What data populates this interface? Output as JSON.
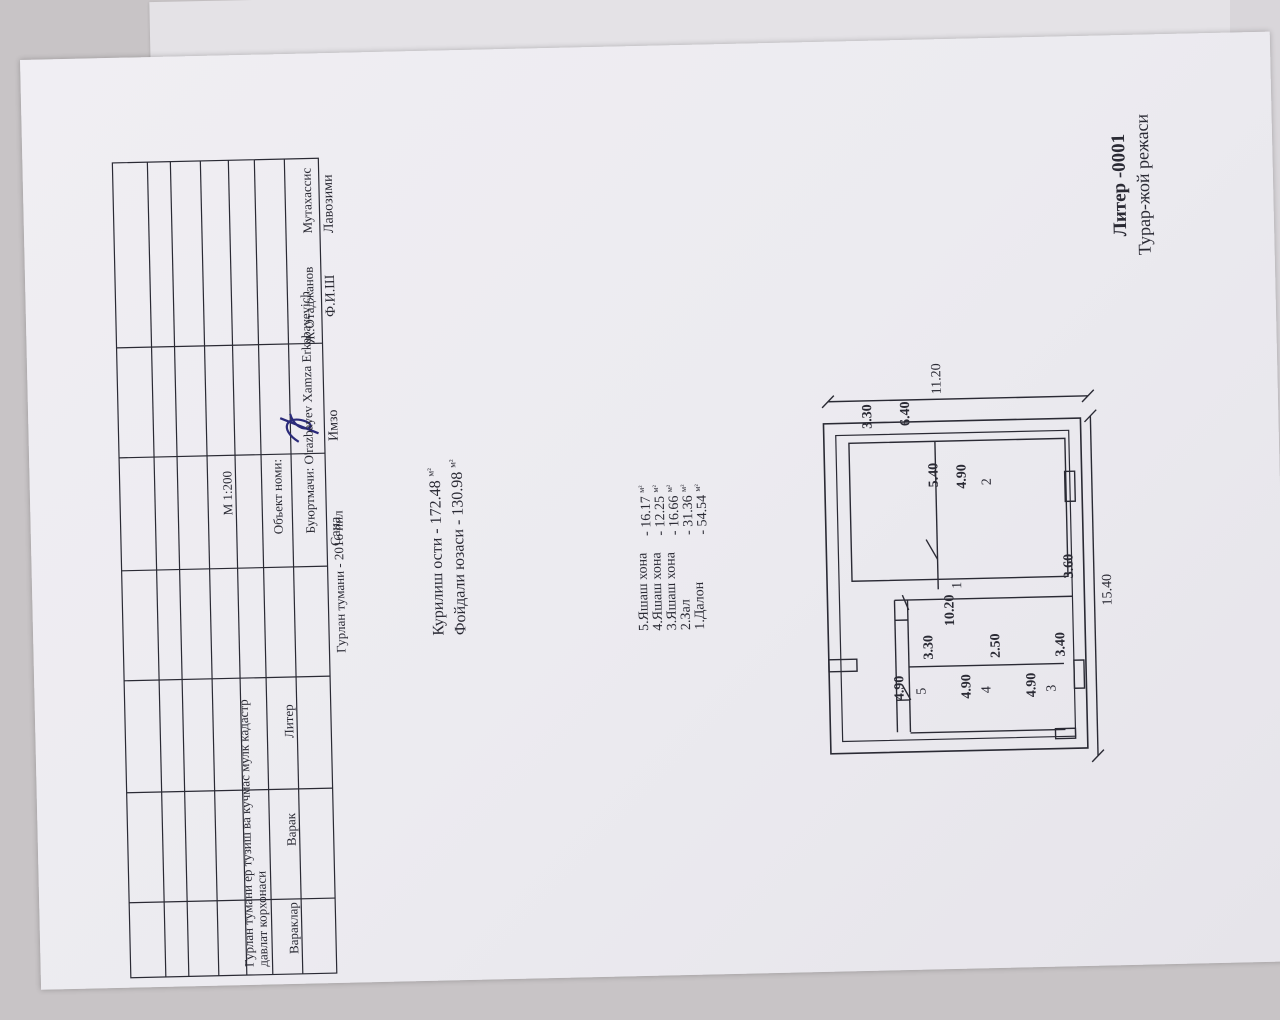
{
  "header": {
    "title": "Литер -0001",
    "subtitle": "Турар-жой режаси"
  },
  "plan": {
    "dim_overall_length": "15.40",
    "dim_overall_width": "11.20",
    "rooms": [
      {
        "num": "1",
        "dims": [
          "10.20",
          "3.60"
        ]
      },
      {
        "num": "2",
        "dims": [
          "6.40",
          "4.90",
          "5.40",
          "3.30"
        ]
      },
      {
        "num": "3",
        "dims": [
          "3.40",
          "4.90"
        ]
      },
      {
        "num": "4",
        "dims": [
          "2.50",
          "4.90"
        ]
      },
      {
        "num": "5",
        "dims": [
          "3.30",
          "4.90"
        ]
      }
    ]
  },
  "legend": [
    {
      "name": "1.Далон",
      "value": "- 54.54",
      "unit": "м²"
    },
    {
      "name": "2.Зал",
      "value": "- 31.36",
      "unit": "м²"
    },
    {
      "name": "3.Яшаш хона",
      "value": "- 16.66",
      "unit": "м²"
    },
    {
      "name": "4.Яшаш хона",
      "value": "- 12.25",
      "unit": "м²"
    },
    {
      "name": "5.Яшаш хона",
      "value": "- 16.17",
      "unit": "м²"
    }
  ],
  "totals": {
    "useful_label": "Фойдали юзаси - 130.98",
    "useful_unit": "м²",
    "built_label": "Курилиш ости  - 172.48",
    "built_unit": "м²"
  },
  "title_block": {
    "col_position": "Лавозими",
    "col_name": "Ф.И.Ш",
    "col_sign": "Имзо",
    "col_date": "Сана",
    "role": "Мутахассис",
    "person": "Ж.Отаджанов",
    "district_year": "Гурлан  тумани - 2016 йил",
    "customer": "Буюртмачи: O'razbayev  Xamza  Erkabayevich",
    "object_name": "Объект номи:",
    "scale": "М 1:200",
    "col_liter": "Литер",
    "col_sheet": "Варак",
    "col_sheets": "Вараклар",
    "organization": "Гурлан тумани ер тузиш ва кучмас мулк кадастр давлат корхонаси"
  },
  "colors": {
    "ink": "#2a2a34",
    "paper": "#eeecf1",
    "background": "#c8c4c6",
    "signature": "#2b2a7a"
  }
}
